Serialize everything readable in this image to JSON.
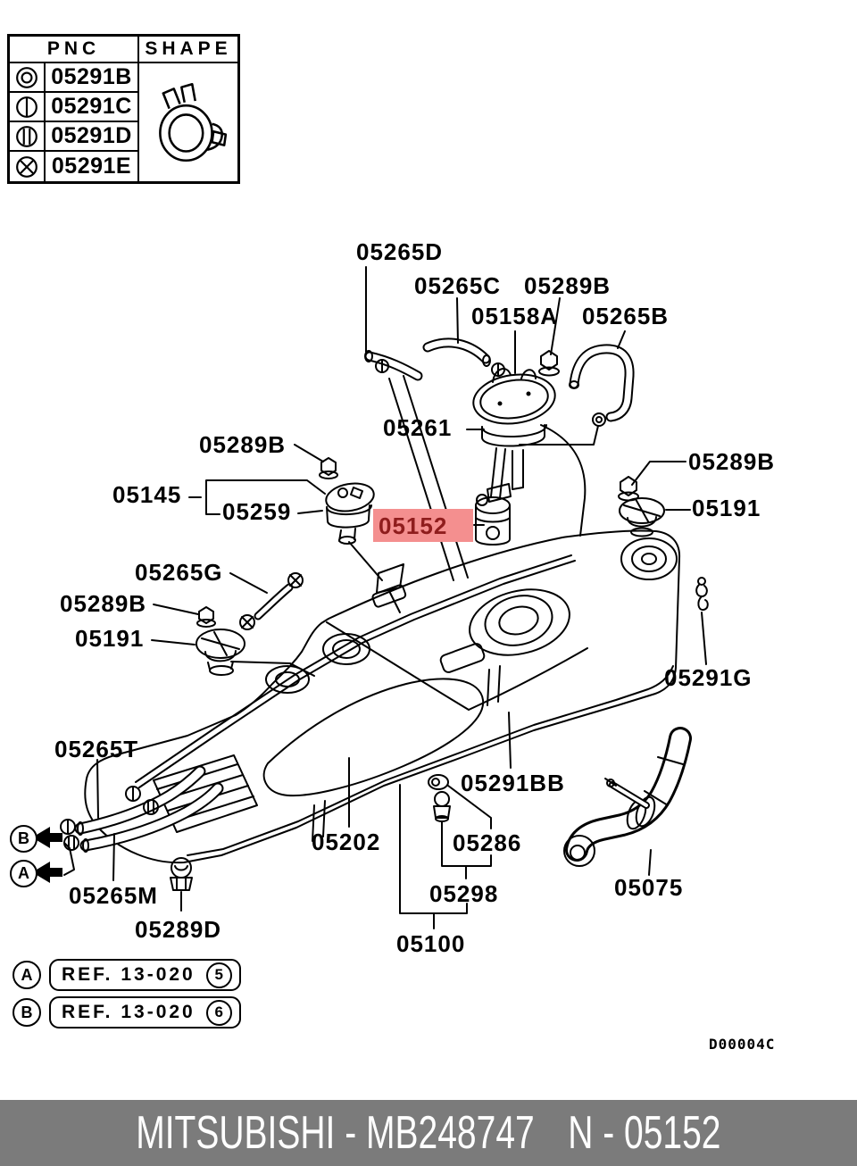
{
  "colors": {
    "background": "#FFFFFF",
    "line": "#000000",
    "highlight_bg": "#F48F8F",
    "highlight_text": "#8F1D1D",
    "footer_bg": "#7B7B7B",
    "footer_text": "#FFFFFF"
  },
  "pnc_table": {
    "headers": {
      "pnc": "PNC",
      "shape": "SHAPE"
    },
    "shape_icon": "hose-clamp-icon",
    "rows": [
      {
        "symbol": "double-circle-icon",
        "pnc": "05291B"
      },
      {
        "symbol": "circle-single-bar-icon",
        "pnc": "05291C"
      },
      {
        "symbol": "circle-double-bar-icon",
        "pnc": "05291D"
      },
      {
        "symbol": "circle-cross-icon",
        "pnc": "05291E"
      }
    ]
  },
  "diagram": {
    "callouts": [
      "05265D",
      "05265C",
      "05289B",
      "05158A",
      "05265B",
      "05261",
      "05289B",
      "05145",
      "05259",
      "05152",
      "05289B",
      "05191",
      "05265G",
      "05289B",
      "05191",
      "05291G",
      "05265T",
      "05291BB",
      "05202",
      "05286",
      "05298",
      "05265M",
      "05289D",
      "05075",
      "05100"
    ],
    "highlighted_callout": "05152",
    "view_markers": [
      {
        "letter": "B"
      },
      {
        "letter": "A"
      }
    ],
    "ref_notes": [
      {
        "marker": "A",
        "text": "REF. 13-020",
        "num": "5"
      },
      {
        "marker": "B",
        "text": "REF. 13-020",
        "num": "6"
      }
    ],
    "drawing_code": "D00004C"
  },
  "footer": {
    "left": "MITSUBISHI - MB248747",
    "right": "N - 05152"
  }
}
